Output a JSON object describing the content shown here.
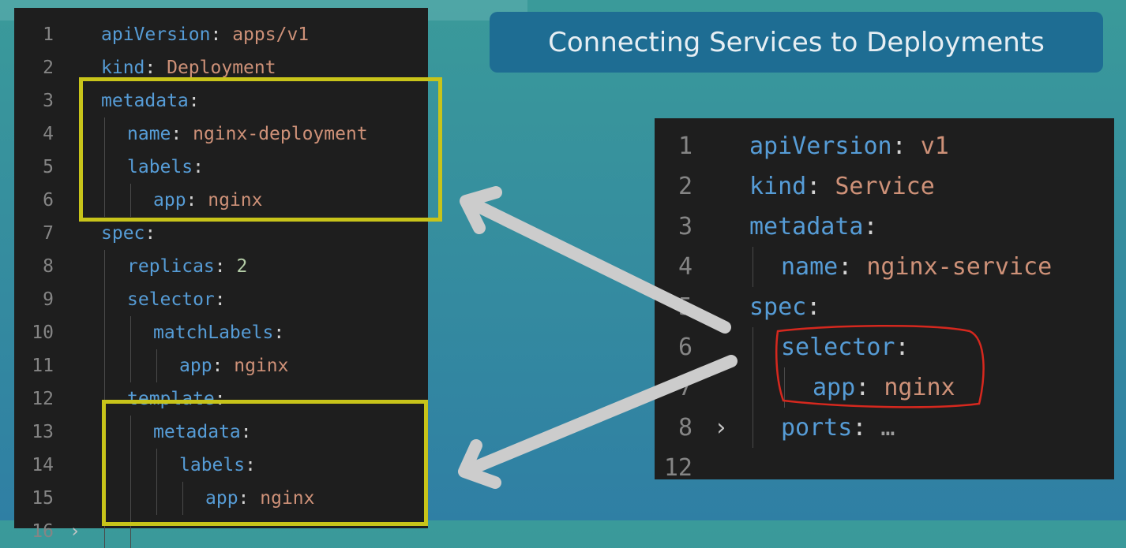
{
  "title": "Connecting Services to Deployments",
  "deployment_yaml": {
    "lines": [
      {
        "num": "1",
        "indent": 0,
        "key": "apiVersion",
        "value": "apps/v1",
        "value_type": "str"
      },
      {
        "num": "2",
        "indent": 0,
        "key": "kind",
        "value": "Deployment",
        "value_type": "str"
      },
      {
        "num": "3",
        "indent": 0,
        "key": "metadata",
        "value": "",
        "value_type": "none"
      },
      {
        "num": "4",
        "indent": 1,
        "key": "name",
        "value": "nginx-deployment",
        "value_type": "str"
      },
      {
        "num": "5",
        "indent": 1,
        "key": "labels",
        "value": "",
        "value_type": "none"
      },
      {
        "num": "6",
        "indent": 2,
        "key": "app",
        "value": "nginx",
        "value_type": "str"
      },
      {
        "num": "7",
        "indent": 0,
        "key": "spec",
        "value": "",
        "value_type": "none"
      },
      {
        "num": "8",
        "indent": 1,
        "key": "replicas",
        "value": "2",
        "value_type": "num"
      },
      {
        "num": "9",
        "indent": 1,
        "key": "selector",
        "value": "",
        "value_type": "none"
      },
      {
        "num": "10",
        "indent": 2,
        "key": "matchLabels",
        "value": "",
        "value_type": "none"
      },
      {
        "num": "11",
        "indent": 3,
        "key": "app",
        "value": "nginx",
        "value_type": "str"
      },
      {
        "num": "12",
        "indent": 1,
        "key": "template",
        "value": "",
        "value_type": "none"
      },
      {
        "num": "13",
        "indent": 2,
        "key": "metadata",
        "value": "",
        "value_type": "none"
      },
      {
        "num": "14",
        "indent": 3,
        "key": "labels",
        "value": "",
        "value_type": "none"
      },
      {
        "num": "15",
        "indent": 4,
        "key": "app",
        "value": "nginx",
        "value_type": "str"
      },
      {
        "num": "16",
        "indent": 2,
        "key": "",
        "value": "",
        "value_type": "none",
        "folded": true
      }
    ]
  },
  "service_yaml": {
    "lines": [
      {
        "num": "1",
        "indent": 0,
        "key": "apiVersion",
        "value": "v1",
        "value_type": "str"
      },
      {
        "num": "2",
        "indent": 0,
        "key": "kind",
        "value": "Service",
        "value_type": "str"
      },
      {
        "num": "3",
        "indent": 0,
        "key": "metadata",
        "value": "",
        "value_type": "none"
      },
      {
        "num": "4",
        "indent": 1,
        "key": "name",
        "value": "nginx-service",
        "value_type": "str"
      },
      {
        "num": "5",
        "indent": 0,
        "key": "spec",
        "value": "",
        "value_type": "none"
      },
      {
        "num": "6",
        "indent": 1,
        "key": "selector",
        "value": "",
        "value_type": "none"
      },
      {
        "num": "7",
        "indent": 2,
        "key": "app",
        "value": "nginx",
        "value_type": "str"
      },
      {
        "num": "8",
        "indent": 1,
        "key": "ports",
        "value": "",
        "value_type": "none",
        "folded": true
      },
      {
        "num": "12",
        "indent": 0,
        "key": "",
        "value": "",
        "value_type": "none"
      }
    ],
    "folded_ellipsis": "…"
  },
  "colors": {
    "highlight_box": "#c8c41a",
    "selector_circle": "#d6281e",
    "arrow": "#cccccc",
    "key": "#569cd6",
    "string": "#ce9178",
    "number": "#b5cea8"
  }
}
